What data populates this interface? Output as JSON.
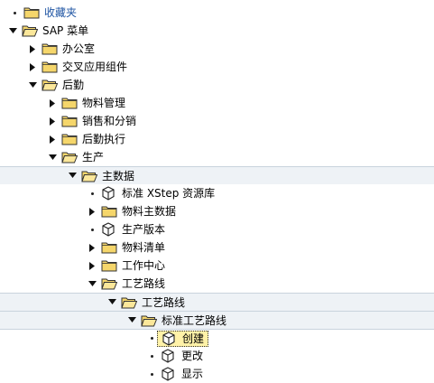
{
  "tree": {
    "favorites": {
      "label": "收藏夹"
    },
    "sap_menu": {
      "label": "SAP 菜单"
    },
    "office": {
      "label": "办公室"
    },
    "cross_apps": {
      "label": "交叉应用组件"
    },
    "logistics": {
      "label": "后勤"
    },
    "materials_mgmt": {
      "label": "物料管理"
    },
    "sales_dist": {
      "label": "销售和分销"
    },
    "logistics_exec": {
      "label": "后勤执行"
    },
    "production": {
      "label": "生产"
    },
    "master_data": {
      "label": "主数据"
    },
    "xstep_repo": {
      "label": "标准 XStep 资源库"
    },
    "material_master": {
      "label": "物料主数据"
    },
    "prod_version": {
      "label": "生产版本"
    },
    "bom": {
      "label": "物料清单"
    },
    "work_center": {
      "label": "工作中心"
    },
    "routing": {
      "label": "工艺路线"
    },
    "routing_sub": {
      "label": "工艺路线"
    },
    "std_routing": {
      "label": "标准工艺路线"
    },
    "create": {
      "label": "创建"
    },
    "change": {
      "label": "更改"
    },
    "display": {
      "label": "显示"
    }
  }
}
